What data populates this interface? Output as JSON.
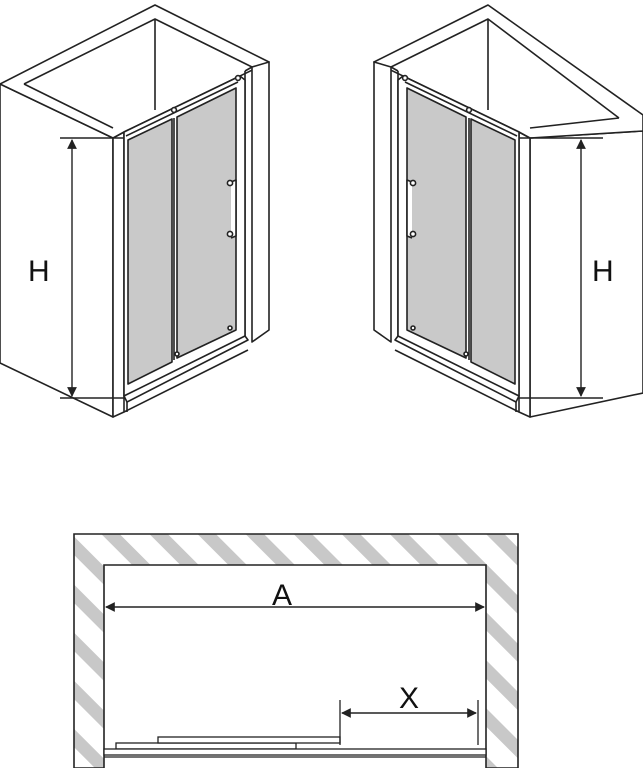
{
  "labels": {
    "height_left": "H",
    "height_right": "H",
    "width": "A",
    "opening": "X"
  },
  "colors": {
    "line": "#222222",
    "glass": "#c9c9c9",
    "hatch": "#c8c8c8",
    "background": "#ffffff"
  }
}
